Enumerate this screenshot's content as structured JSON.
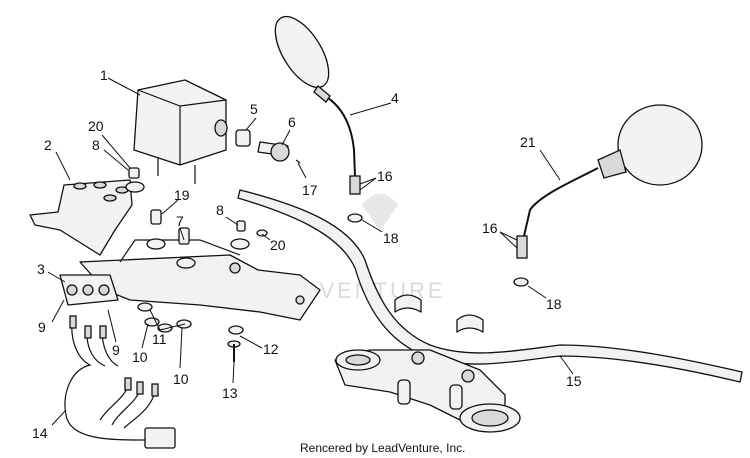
{
  "callouts": {
    "c1": "1",
    "c2": "2",
    "c3": "3",
    "c4": "4",
    "c5": "5",
    "c6": "6",
    "c7": "7",
    "c8a": "8",
    "c8b": "8",
    "c9a": "9",
    "c9b": "9",
    "c10a": "10",
    "c10b": "10",
    "c11": "11",
    "c12": "12",
    "c13": "13",
    "c14": "14",
    "c15": "15",
    "c16a": "16",
    "c16b": "16",
    "c17": "17",
    "c18a": "18",
    "c18b": "18",
    "c19": "19",
    "c20a": "20",
    "c20b": "20",
    "c21": "21"
  },
  "watermark": "LEADVENTURE",
  "credit": "Rencered by LeadVenture, Inc."
}
